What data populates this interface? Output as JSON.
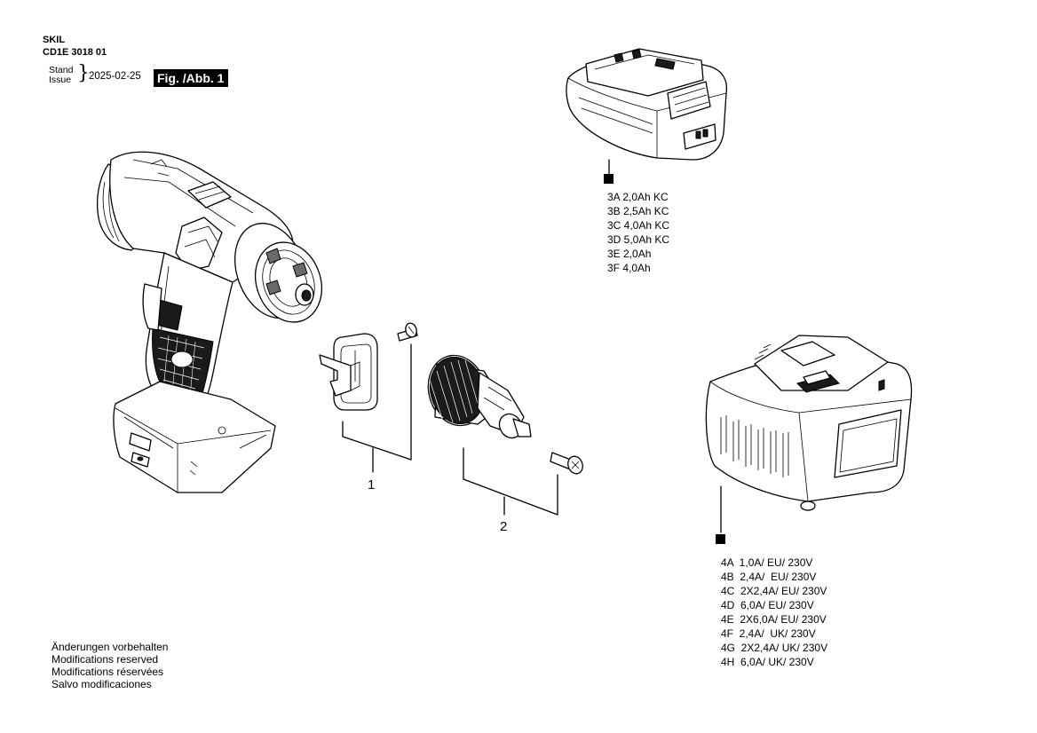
{
  "header": {
    "brand": "SKIL",
    "model": "CD1E 3018 01",
    "stand_line1": "Stand",
    "stand_line2": "Issue",
    "date": "2025-02-25",
    "figure": "Fig. /Abb. 1"
  },
  "callouts": {
    "part1": "1",
    "part2": "2"
  },
  "battery_variants": [
    "3A 2,0Ah KC",
    "3B 2,5Ah KC",
    "3C 4,0Ah KC",
    "3D 5,0Ah KC",
    "3E 2,0Ah",
    "3F 4,0Ah"
  ],
  "charger_variants": [
    "4A  1,0A/ EU/ 230V",
    "4B  2,4A/  EU/ 230V",
    "4C  2X2,4A/ EU/ 230V",
    "4D  6,0A/ EU/ 230V",
    "4E  2X6,0A/ EU/ 230V",
    "4F  2,4A/  UK/ 230V",
    "4G  2X2,4A/ UK/ 230V",
    "4H  6,0A/ UK/ 230V"
  ],
  "notes": [
    "Änderungen vorbehalten",
    "Modifications reserved",
    "Modifications réservées",
    "Salvo modificaciones"
  ]
}
